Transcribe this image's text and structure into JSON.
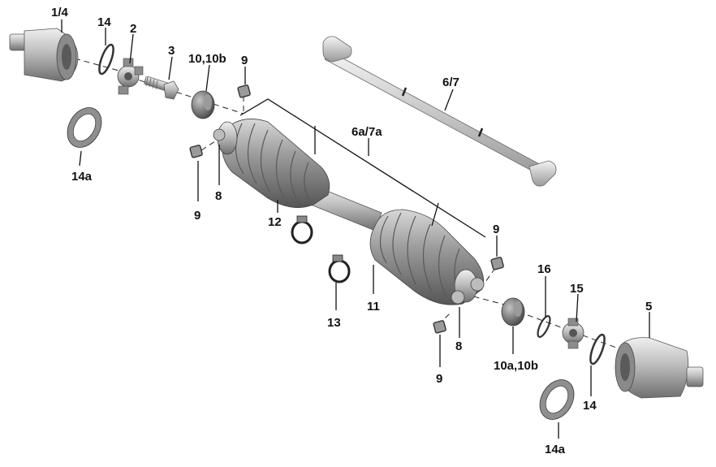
{
  "callouts": {
    "c1_4": "1/4",
    "c14_top": "14",
    "c2": "2",
    "c3": "3",
    "c10_10b": "10,10b",
    "c9_top": "9",
    "c14a_left": "14a",
    "c6_7": "6/7",
    "c6a_7a": "6a/7a",
    "c8_left": "8",
    "c9_left": "9",
    "c12": "12",
    "c9_right": "9",
    "c16": "16",
    "c15": "15",
    "c5": "5",
    "c13": "13",
    "c11": "11",
    "c8_right": "8",
    "c10a_10b": "10a,10b",
    "c14_bottom": "14",
    "c9_bottom": "9",
    "c14a_right": "14a"
  }
}
